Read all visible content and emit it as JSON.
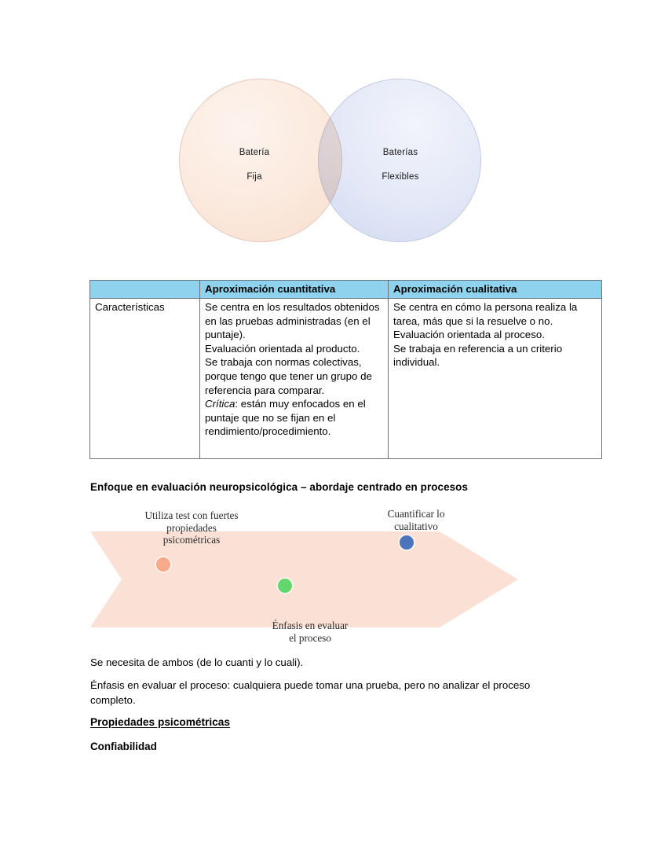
{
  "venn": {
    "left_circle": {
      "lines": [
        "Batería",
        "Fija"
      ],
      "fill": "#fbe9dd"
    },
    "right_circle": {
      "lines": [
        "Baterías",
        "Flexibles"
      ],
      "fill": "#e3e8f7"
    }
  },
  "table": {
    "header_accent": "#8ed2ee",
    "headers": [
      "",
      "Aproximación cuantitativa",
      "Aproximación cualitativa"
    ],
    "rows": [
      {
        "label": "Características",
        "quantitative": [
          "Se centra en los resultados obtenidos en las pruebas administradas (en el puntaje).",
          "Evaluación orientada al producto.",
          "Se trabaja con normas colectivas, porque tengo que tener un grupo de referencia para comparar.",
          "Crítica: están muy enfocados en el puntaje que no se fijan en el rendimiento/procedimiento."
        ],
        "quantitative_italic_prefix": "Crítica",
        "qualitative": [
          "Se centra en cómo la persona realiza la tarea, más que si la resuelve o no.",
          "Evaluación orientada al proceso.",
          "Se trabaja en referencia a un criterio individual."
        ]
      }
    ]
  },
  "section_heading": "Enfoque en evaluación neuropsicológica – abordaje centrado en procesos",
  "arrow_diagram": {
    "fill": "#fbe0d5",
    "labels": {
      "left": [
        "Utiliza test con fuertes",
        "propiedades",
        "psicométricas"
      ],
      "right": [
        "Cuantificar lo",
        "cualitativo"
      ],
      "bottom": [
        "Énfasis en evaluar",
        "el proceso"
      ]
    },
    "dots": [
      {
        "name": "salmon-dot",
        "color": "#f7ab8b"
      },
      {
        "name": "green-dot",
        "color": "#62d86c"
      },
      {
        "name": "blue-dot",
        "color": "#4a75bb"
      }
    ]
  },
  "body": {
    "paragraph_ambos": "Se necesita de ambos (de lo cuanti y lo cuali).",
    "paragraph_enfasis": "Énfasis en evaluar el proceso: cualquiera puede tomar una prueba, pero no analizar el proceso completo.",
    "subheading_propiedades": "Propiedades psicométricas",
    "subheading_confiabilidad": "Confiabilidad"
  }
}
